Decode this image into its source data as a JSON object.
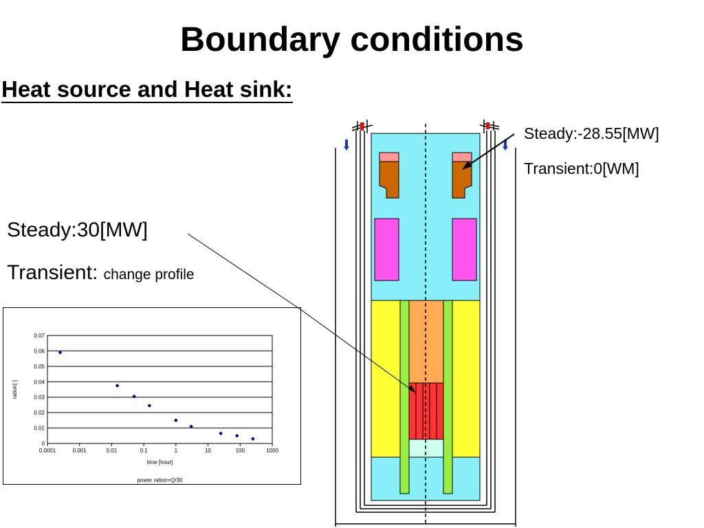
{
  "title": "Boundary conditions",
  "subtitle": "Heat source and Heat sink:",
  "heat_sink": {
    "steady": "Steady:-28.55[MW]",
    "transient": "Transient:0[WM]"
  },
  "heat_source": {
    "steady": "Steady:30[MW]",
    "transient_prefix": "Transient: ",
    "transient_detail": "change profile"
  },
  "colors": {
    "coolant": "#88eef8",
    "core_reflector": "#ffff33",
    "upper_core": "#ffaa55",
    "fuel": "#ff3333",
    "lower_plug": "#ccffee",
    "support_column": "#99ee44",
    "magenta_block": "#ff55ee",
    "heat_exchanger": "#cc6600",
    "hx_cap": "#ff9999",
    "arrow_red": "#e01010",
    "arrow_blue": "#1a3aa8",
    "marker": "#000080"
  },
  "chart_data": {
    "type": "scatter",
    "xscale": "log",
    "x": [
      0.00025,
      0.015,
      0.05,
      0.15,
      1,
      3,
      25,
      80,
      250
    ],
    "y": [
      0.059,
      0.0375,
      0.0305,
      0.0245,
      0.015,
      0.011,
      0.0065,
      0.005,
      0.003
    ],
    "xlim": [
      0.0001,
      1000
    ],
    "ylim": [
      0,
      0.07
    ],
    "xticks": [
      "0.0001",
      "0.001",
      "0.01",
      "0.1",
      "1",
      "10",
      "100",
      "1000"
    ],
    "yticks": [
      "0",
      "0.01",
      "0.02",
      "0.03",
      "0.04",
      "0.05",
      "0.06",
      "0.07"
    ],
    "xlabel": "time [hour]",
    "ylabel": "ration[-]",
    "caption": "power ration=Q/30",
    "grid": "horizontal"
  }
}
